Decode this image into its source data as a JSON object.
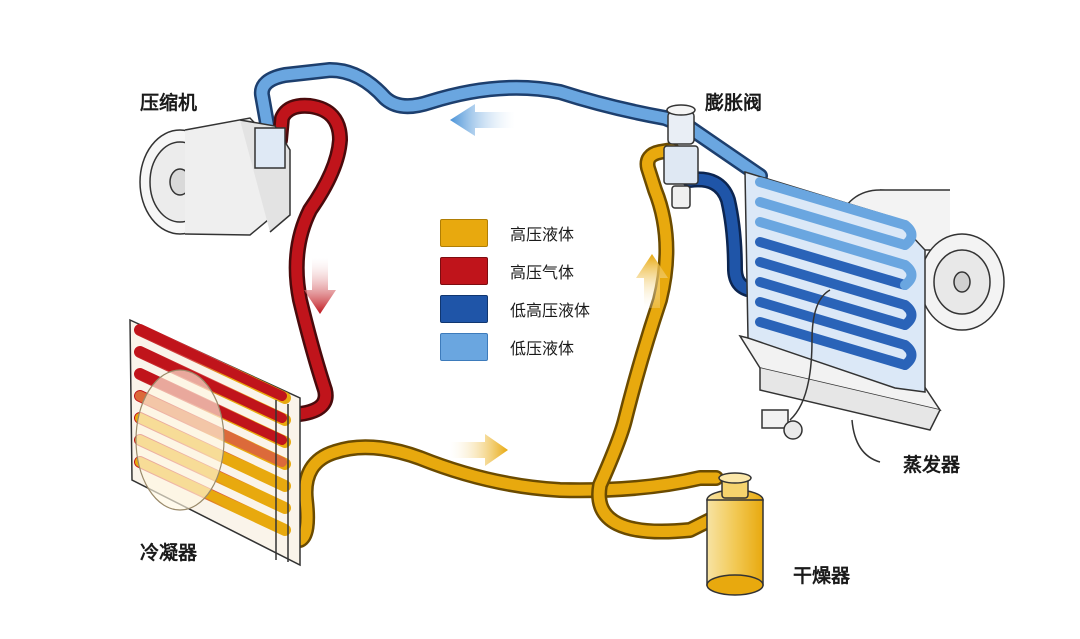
{
  "labels": {
    "compressor": "压缩机",
    "expansion_valve": "膨胀阀",
    "condenser": "冷凝器",
    "dryer": "干燥器",
    "evaporator": "蒸发器"
  },
  "legend": [
    {
      "text": "高压液体",
      "color": "#E8A90E"
    },
    {
      "text": "高压气体",
      "color": "#C0141B"
    },
    {
      "text": "低高压液体",
      "color": "#1F55A8"
    },
    {
      "text": "低压液体",
      "color": "#6AA6E0"
    }
  ],
  "colors": {
    "high_pressure_liquid": "#E8A90E",
    "high_pressure_gas": "#C0141B",
    "low_high_pressure_liquid": "#1F55A8",
    "low_pressure_liquid": "#6AA6E0"
  }
}
